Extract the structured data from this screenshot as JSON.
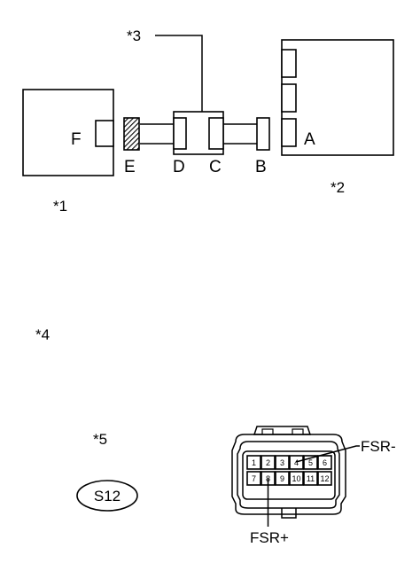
{
  "callouts": {
    "c1": "*1",
    "c2": "*2",
    "c3": "*3",
    "c4": "*4",
    "c5": "*5"
  },
  "connector_letters": {
    "f": "F",
    "e": "E",
    "d": "D",
    "c": "C",
    "b": "B",
    "a": "A"
  },
  "connector_code": "S12",
  "pins": {
    "top": [
      "1",
      "2",
      "3",
      "4",
      "5",
      "6"
    ],
    "bottom": [
      "7",
      "8",
      "9",
      "10",
      "11",
      "12"
    ]
  },
  "signals": {
    "minus": "FSR-",
    "plus": "FSR+"
  }
}
